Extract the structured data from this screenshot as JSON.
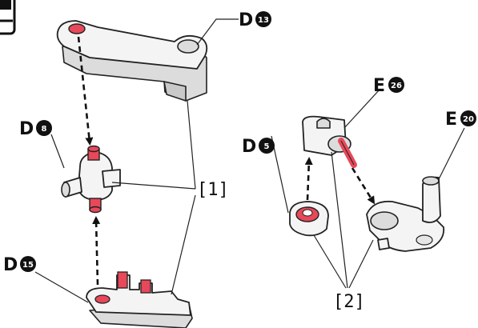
{
  "step_icon": {
    "name": "step-icon"
  },
  "colors": {
    "peg": "#e8485a",
    "peg_socket": "#d8374b",
    "part": "#f4f4f4",
    "line": "#222222"
  },
  "labels": {
    "d13": {
      "letter": "D",
      "number": "13"
    },
    "d8": {
      "letter": "D",
      "number": "8"
    },
    "d15": {
      "letter": "D",
      "number": "15"
    },
    "d5": {
      "letter": "D",
      "number": "5"
    },
    "e26": {
      "letter": "E",
      "number": "26"
    },
    "e20": {
      "letter": "E",
      "number": "20"
    }
  },
  "callouts": {
    "step1": "[1]",
    "step2": "[2]"
  }
}
